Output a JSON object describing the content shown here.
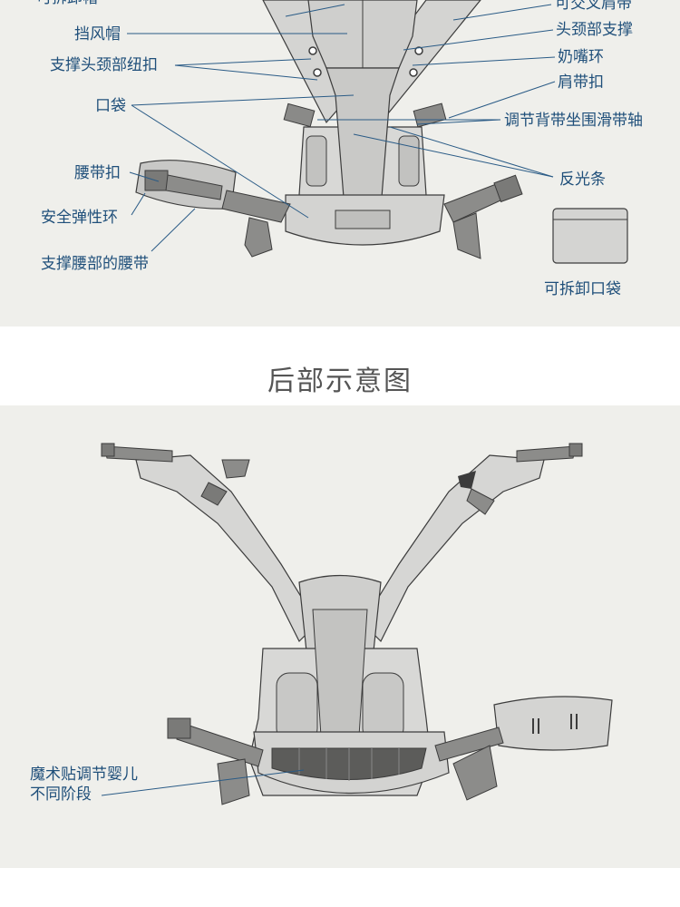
{
  "front": {
    "labels": {
      "top_left_partial": "可拆卸帽",
      "cross_strap": "可交叉肩带",
      "wind_hat": "挡风帽",
      "head_support": "头颈部支撑",
      "head_buttons": "支撑头颈部纽扣",
      "pacifier_ring": "奶嘴环",
      "shoulder_buckle": "肩带扣",
      "pocket": "口袋",
      "back_strap_slider": "调节背带坐围滑带轴",
      "waist_buckle": "腰带扣",
      "reflective_strip": "反光条",
      "elastic_ring": "安全弹性环",
      "waist_belt": "支撑腰部的腰带",
      "detachable_pocket": "可拆卸口袋"
    }
  },
  "section_title": "后部示意图",
  "back": {
    "labels": {
      "velcro_line1": "魔术贴调节婴儿",
      "velcro_line2": "不同阶段"
    }
  },
  "colors": {
    "panel_bg": "#efefeb",
    "label": "#1f4f7a",
    "leader_line": "#2a5b86",
    "fabric_light": "#d6d6d4",
    "fabric_mid": "#bdbdbb",
    "strap_dark": "#7a7a78",
    "outline": "#3c3c3c"
  }
}
